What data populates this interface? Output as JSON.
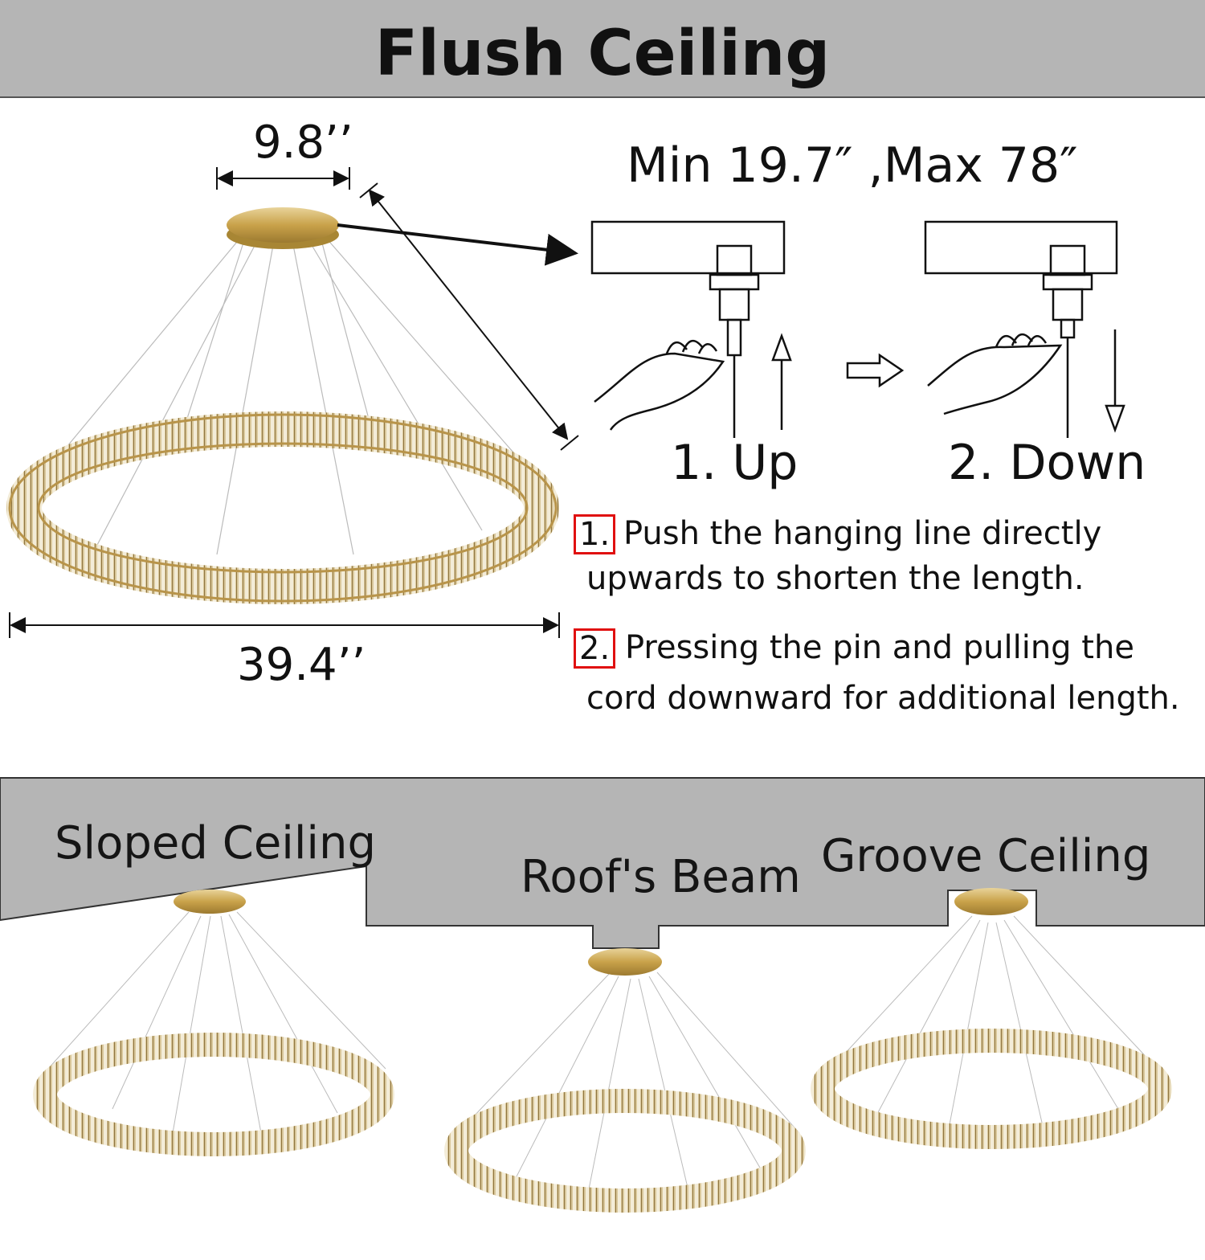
{
  "title": "Flush Ceiling",
  "dimensions": {
    "canopy_width": "9.8’’",
    "ring_diameter": "39.4’’"
  },
  "cord_range": "Min 19.7″  ,Max 78″",
  "steps": [
    {
      "label": "1. Up",
      "number": "1.",
      "text_line1": "Push the hanging line directly",
      "text_line2": "upwards to shorten the length."
    },
    {
      "label": "2. Down",
      "number": "2.",
      "text_line1": "Pressing the pin and pulling the",
      "text_line2": "cord downward for additional length."
    }
  ],
  "ceiling_types": [
    "Sloped Ceiling",
    "Roof's Beam",
    "Groove Ceiling"
  ],
  "colors": {
    "banner": "#b5b5b5",
    "gold": "#c9a24a",
    "highlight": "#e01010"
  }
}
